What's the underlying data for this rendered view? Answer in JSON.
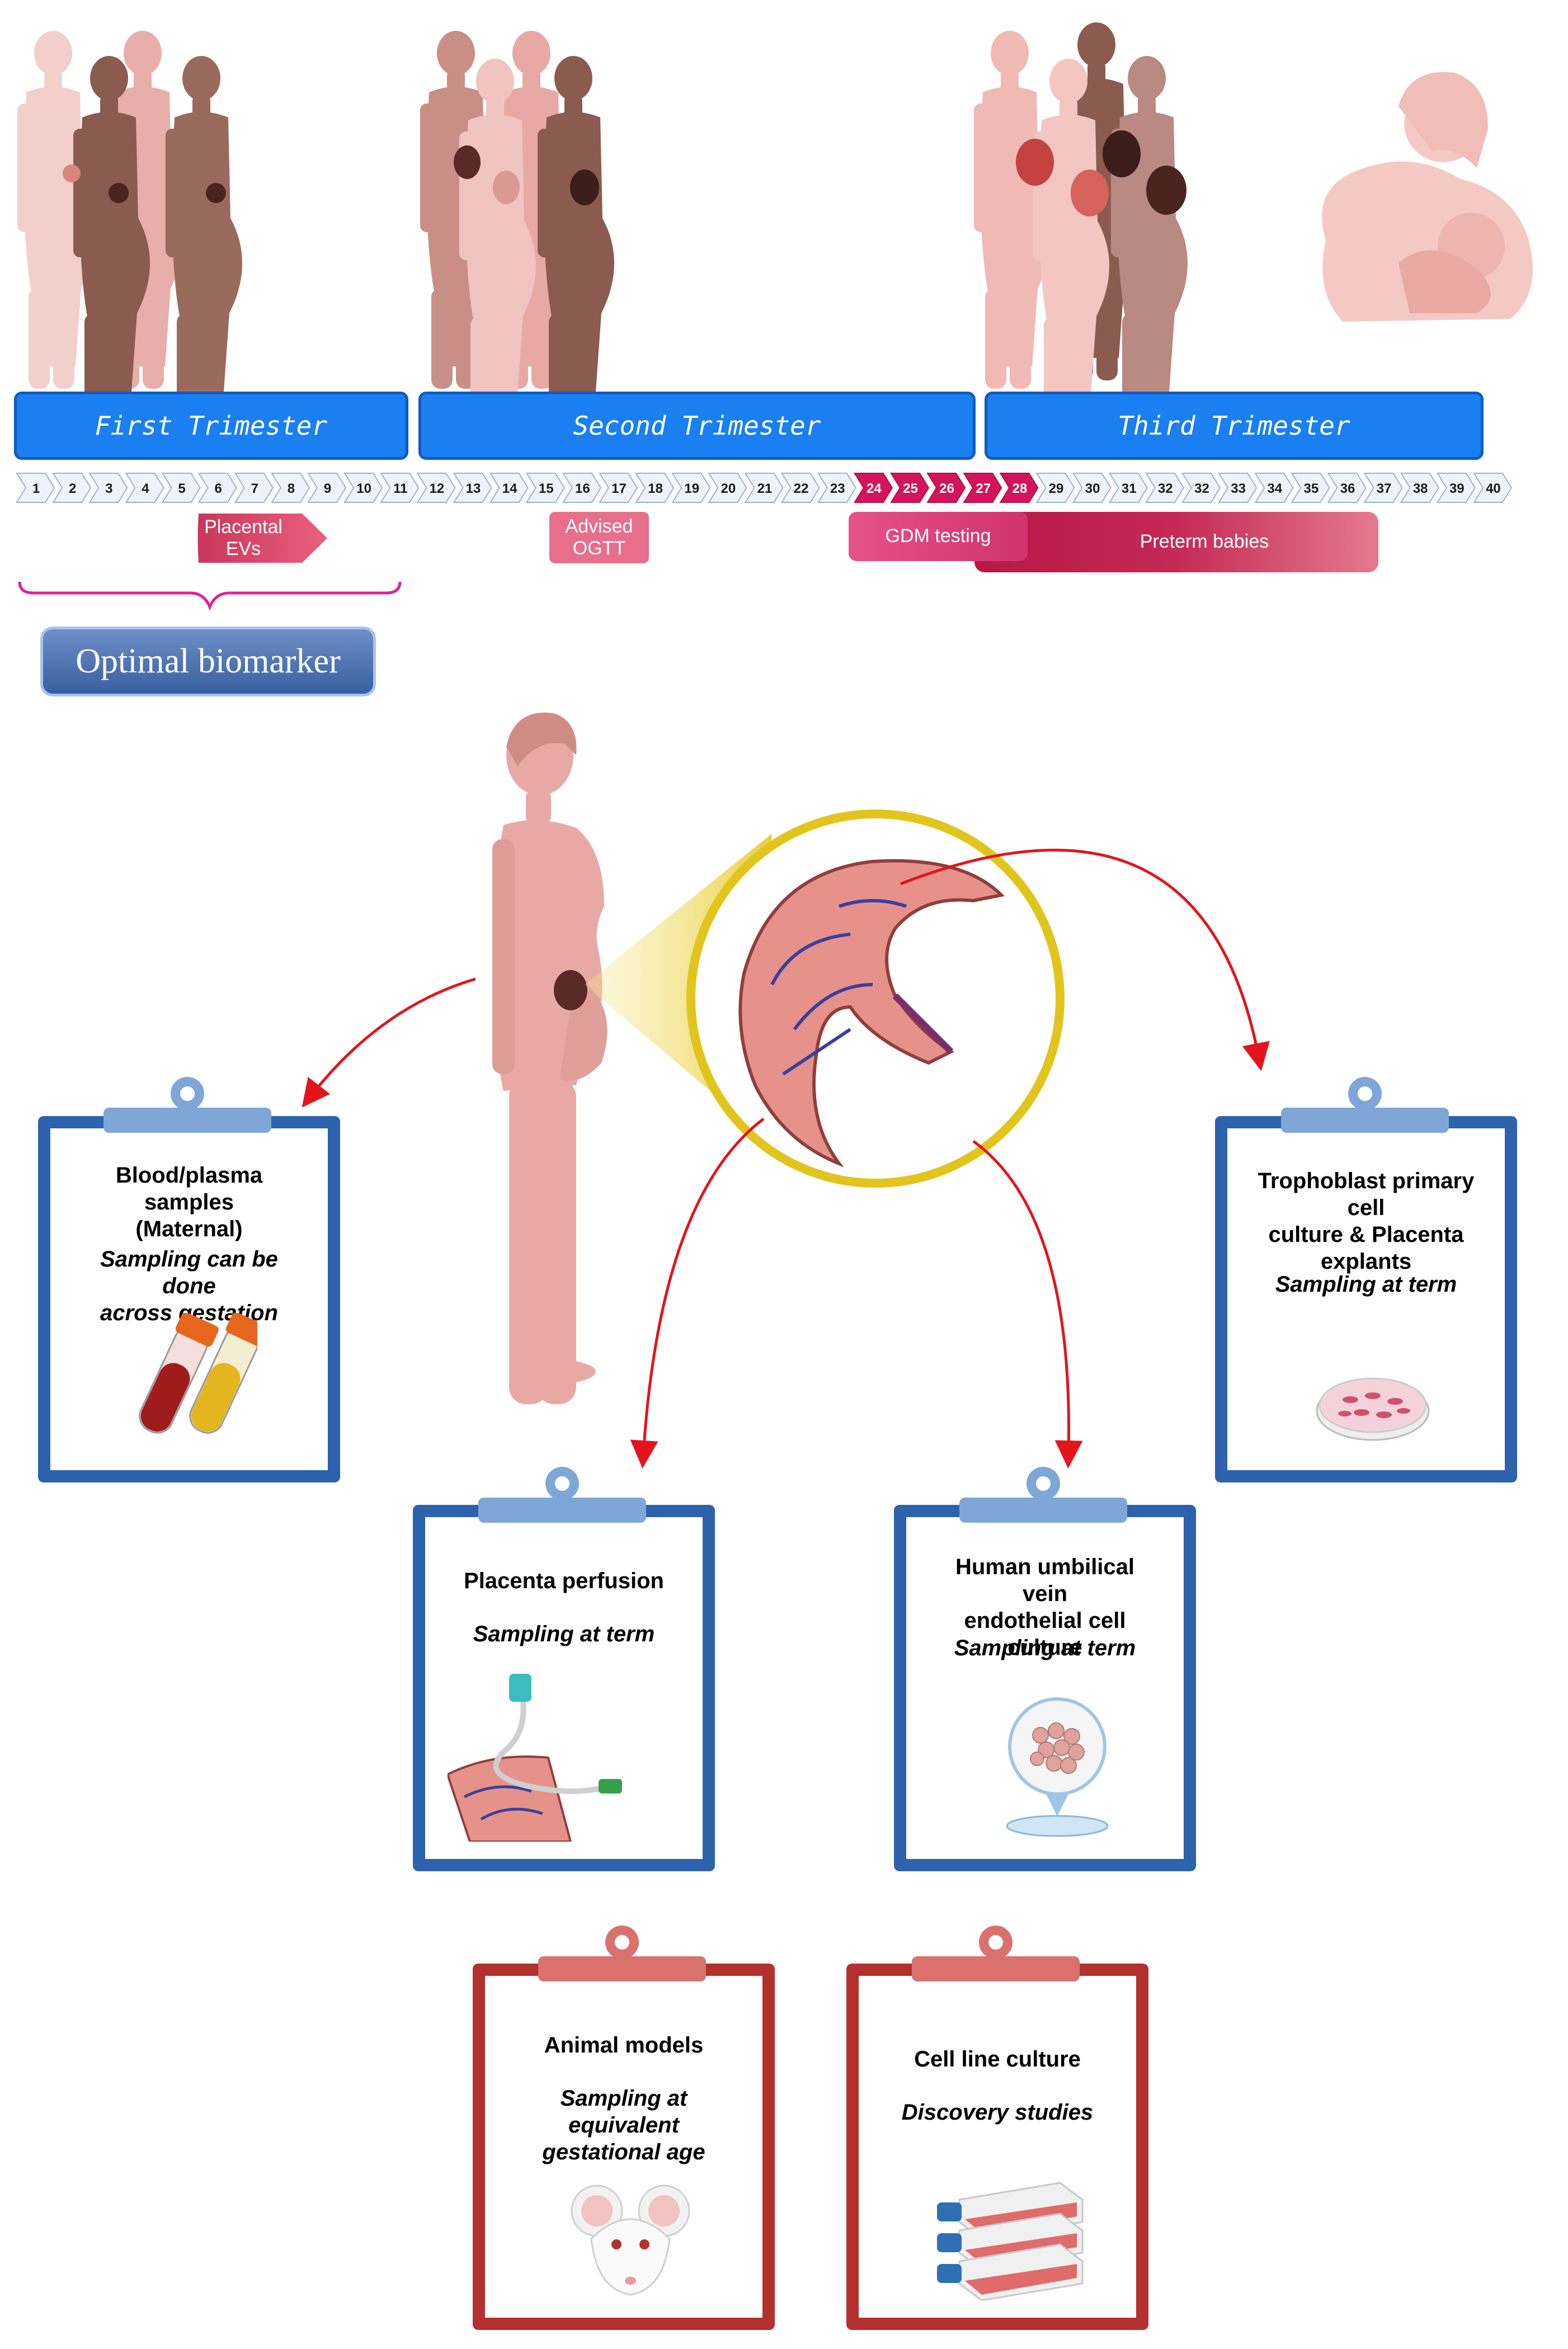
{
  "trimesters": [
    {
      "label": "First Trimester"
    },
    {
      "label": "Second Trimester"
    },
    {
      "label": "Third Trimester"
    }
  ],
  "weeks": [
    "1",
    "2",
    "3",
    "4",
    "5",
    "6",
    "7",
    "8",
    "9",
    "10",
    "11",
    "12",
    "13",
    "14",
    "15",
    "16",
    "17",
    "18",
    "19",
    "20",
    "21",
    "22",
    "23",
    "24",
    "25",
    "26",
    "27",
    "28",
    "29",
    "30",
    "31",
    "32",
    "32",
    "33",
    "34",
    "35",
    "36",
    "37",
    "38",
    "39",
    "40"
  ],
  "timeline_badges": {
    "placental_evs": "Placental\nEVs",
    "advised_ogtt": "Advised\nOGTT",
    "gdm_testing": "GDM testing",
    "preterm_babies": "Preterm babies"
  },
  "optimal_biomarker": "Optimal biomarker",
  "clipboards": {
    "blood": {
      "title": "Blood/plasma samples\n(Maternal)",
      "subtitle": "Sampling can be done\nacross gestation"
    },
    "trophoblast": {
      "title": "Trophoblast primary cell\nculture & Placenta\nexplants",
      "subtitle": "Sampling at term"
    },
    "perfusion": {
      "title": "Placenta perfusion",
      "subtitle": "Sampling at term"
    },
    "huvec": {
      "title": "Human umbilical vein\nendothelial cell culture",
      "subtitle": "Sampling at term"
    },
    "animal": {
      "title": "Animal models",
      "subtitle": "Sampling at equivalent\ngestational age"
    },
    "cellline": {
      "title": "Cell line culture",
      "subtitle": "Discovery studies"
    }
  },
  "colors": {
    "trimester_blue": "#1a7ff0",
    "clipboard_blue": "#2d62ad",
    "clipboard_red": "#b3302f",
    "badge_pink": "#d93f64",
    "arrow_red": "#e3141b",
    "skin": "#e8a9a4"
  },
  "icons": [
    "pregnant-woman-silhouette",
    "breastfeeding-mother",
    "placenta",
    "blood-tube",
    "petri-dish",
    "perfusion-tubing",
    "mouse",
    "culture-flask"
  ]
}
